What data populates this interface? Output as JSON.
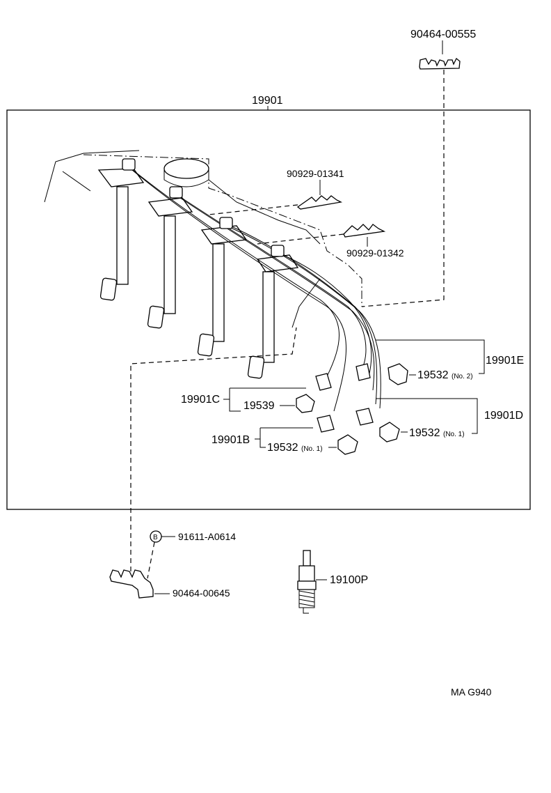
{
  "callouts": {
    "clamp_top": "90464-00555",
    "cord_set": "19901",
    "clamp_no1": "90929-01341",
    "clamp_no2": "90929-01342",
    "cord_e": "19901E",
    "boot_no2_part": "19532",
    "boot_no2_suffix": "(No. 2)",
    "cord_c": "19901C",
    "boot_c_part": "19539",
    "cord_d": "19901D",
    "boot_d_part": "19532",
    "boot_d_suffix": "(No. 1)",
    "cord_b": "19901B",
    "boot_b_part": "19532",
    "boot_b_suffix": "(No. 1)",
    "bolt_marker": "B",
    "bolt_part": "91611-A0614",
    "clamp_bottom": "90464-00645",
    "spark_plug": "19100P"
  },
  "footer": {
    "code": "MA G940"
  }
}
